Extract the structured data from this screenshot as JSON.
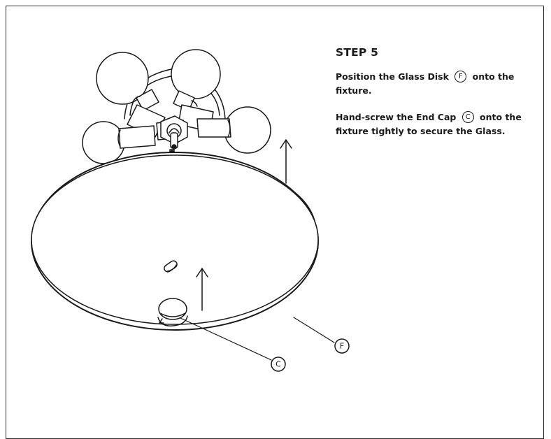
{
  "step": {
    "title": "STEP 5",
    "instruction1": {
      "before": "Position the Glass Disk",
      "part": "F",
      "after": "onto the fixture."
    },
    "instruction2": {
      "before": "Hand-screw the End Cap",
      "part": "C",
      "after": "onto the fixture tightly to secure the Glass."
    }
  },
  "callouts": {
    "glass_disk": "F",
    "end_cap": "C"
  }
}
